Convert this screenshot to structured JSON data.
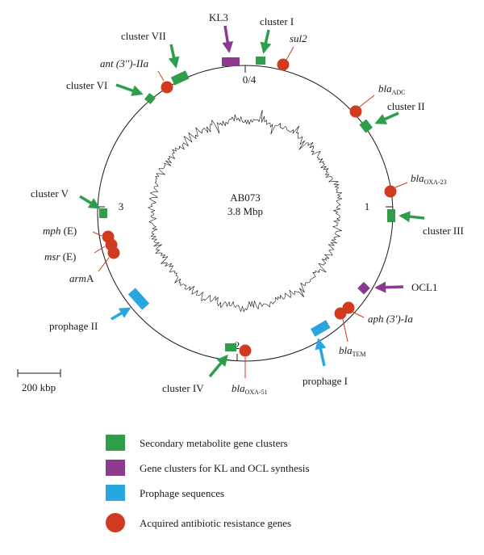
{
  "genome": {
    "name": "AB073",
    "size": "3.8 Mbp"
  },
  "colors": {
    "secondary": "#2e9e4a",
    "kl_ocl": "#8b3a8f",
    "prophage": "#29a6df",
    "resistance": "#d03a1e",
    "line": "#1a1a1a"
  },
  "positions": {
    "zero": "0/4",
    "one": "1",
    "two": "2",
    "three": "3"
  },
  "scale_bar": {
    "label": "200 kbp"
  },
  "labels": {
    "cluster_i": "cluster I",
    "cluster_ii": "cluster II",
    "cluster_iii": "cluster III",
    "cluster_iv": "cluster IV",
    "cluster_v": "cluster V",
    "cluster_vi": "cluster VI",
    "cluster_vii": "cluster VII",
    "kl3": "KL3",
    "ocl1": "OCL1",
    "prophage_i": "prophage I",
    "prophage_ii": "prophage II",
    "sul2": "sul2",
    "ant_main": "ant (3'')-IIa",
    "bla_adc_main": "bla",
    "bla_adc_sub": "ADC",
    "bla_oxa23_main": "bla",
    "bla_oxa23_sub": "OXA-23",
    "aph_main": "aph (3')-Ia",
    "bla_tem_main": "bla",
    "bla_tem_sub": "TEM",
    "bla_oxa51_main": "bla",
    "bla_oxa51_sub": "OXA-51",
    "mph_gene": "mph",
    "mph_suffix": " (E)",
    "msr_gene": "msr",
    "msr_suffix": " (E)",
    "arma_gene": "arm",
    "arma_suffix": "A"
  },
  "legend": [
    {
      "label": "Secondary metabolite gene clusters",
      "shape": "rect",
      "color": "#2e9e4a"
    },
    {
      "label": "Gene clusters for KL and OCL synthesis",
      "shape": "rect",
      "color": "#8b3a8f"
    },
    {
      "label": "Prophage sequences",
      "shape": "rect",
      "color": "#29a6df"
    },
    {
      "label": "Acquired antibiotic resistance genes",
      "shape": "circle",
      "color": "#d03a1e"
    }
  ]
}
